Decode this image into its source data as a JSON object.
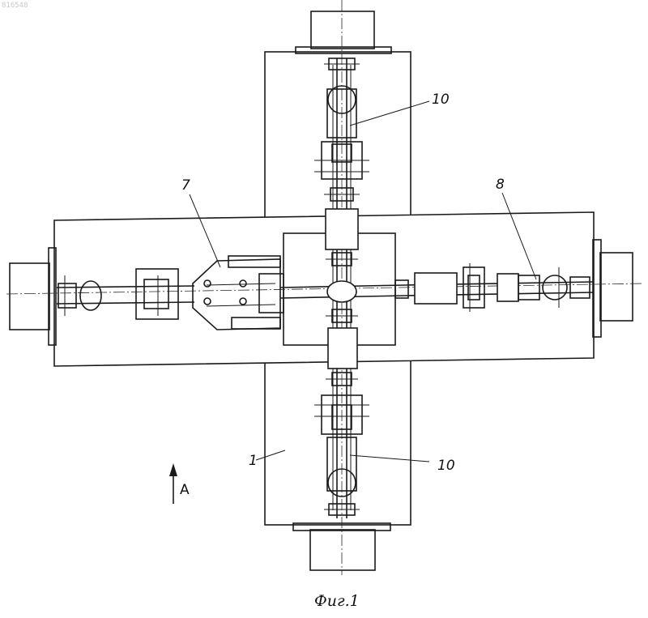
{
  "header": {
    "doc_number": "816548"
  },
  "labels": {
    "part_7": "7",
    "part_8": "8",
    "part_10_top": "10",
    "part_10_bottom": "10",
    "part_1": "1",
    "view_a": "A"
  },
  "caption": "Фиг.1"
}
